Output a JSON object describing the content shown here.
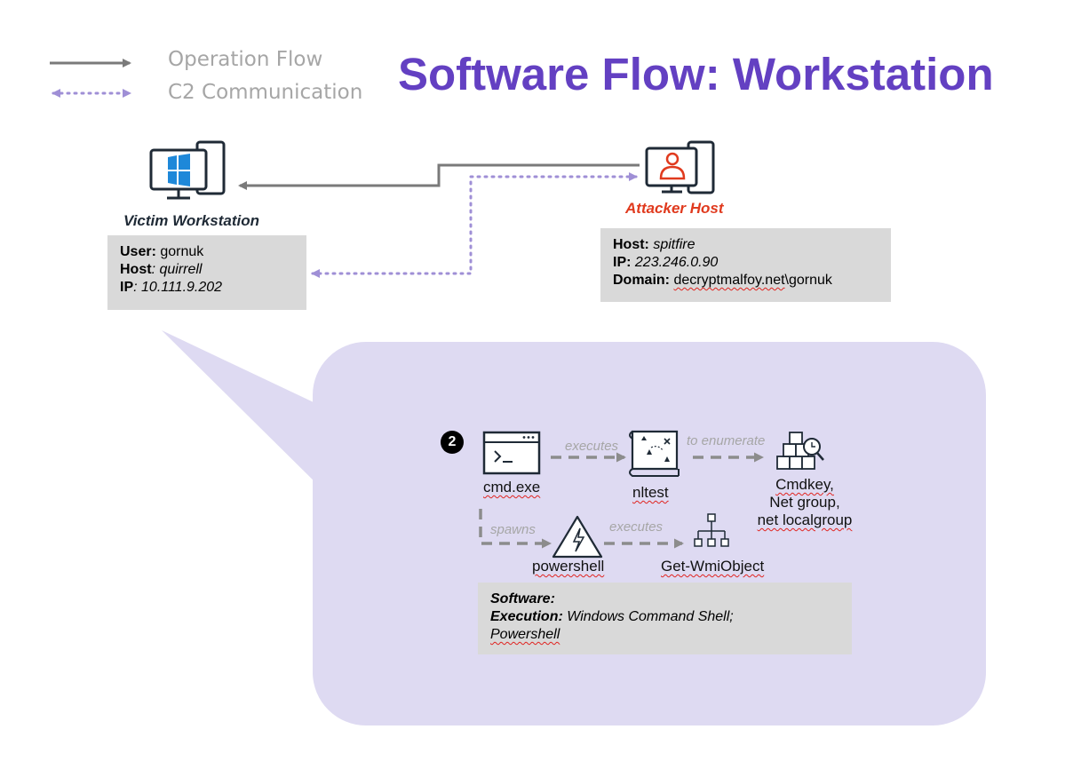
{
  "legend": {
    "operation_flow_label": "Operation Flow",
    "c2_label": "C2 Communication"
  },
  "title": "Software Flow: Workstation",
  "victim": {
    "caption": "Victim Workstation",
    "user_label": "User:",
    "user_value": "gornuk",
    "host_label": "Host",
    "host_value": ": quirrell",
    "ip_label": "IP",
    "ip_value": ": 10.111.9.202"
  },
  "attacker": {
    "caption": "Attacker Host",
    "host_label": "Host:",
    "host_value": "spitfire",
    "ip_label": "IP:",
    "ip_value": "223.246.0.90",
    "domain_label": "Domain:",
    "domain_value": "decryptmalfoy.net",
    "domain_user": "\\gornuk"
  },
  "flow": {
    "step": "2",
    "cmd": "cmd.exe",
    "nltest": "nltest",
    "targets": [
      "Cmdkey,",
      "Net group,",
      "net localgroup"
    ],
    "powershell": "powershell",
    "wmi": "Get-WmiObject",
    "label_executes_1": "executes",
    "label_enumerate": "to enumerate",
    "label_spawns": "spawns",
    "label_executes_2": "executes"
  },
  "software": {
    "heading": "Software:",
    "execution_label": "Execution:",
    "execution_value": "Windows Command Shell;",
    "execution_value_2": "Powershell"
  },
  "colors": {
    "title": "#6340c2",
    "operation_flow": "#7a7a7a",
    "c2": "#9f8fd6",
    "callout": "#dedaf2",
    "attacker_accent": "#e03a1e",
    "victim_accent": "#1e88d9",
    "icon_dark": "#1f2a36"
  }
}
